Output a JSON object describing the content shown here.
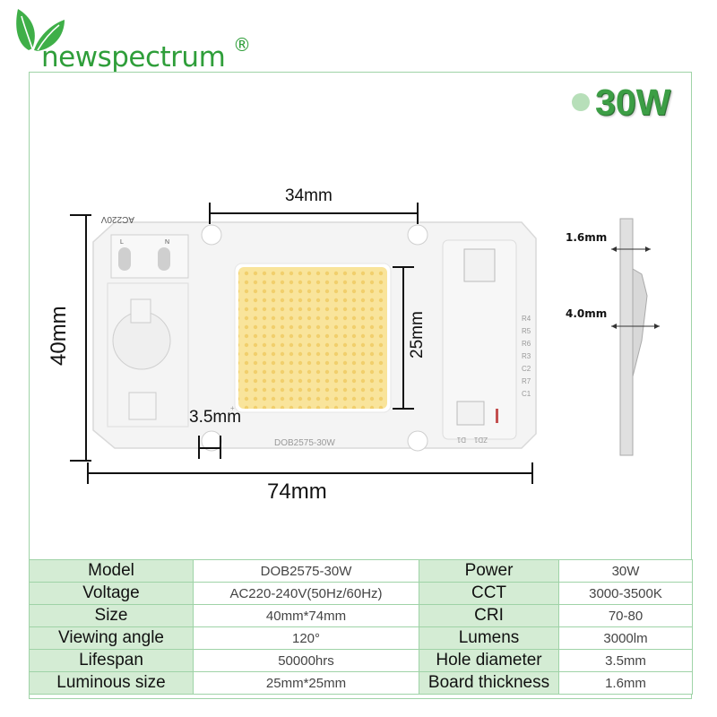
{
  "brand": {
    "name": "newspectrum",
    "registered_mark": "®"
  },
  "badge": {
    "power": "30W"
  },
  "colors": {
    "brand_green": "#2f9e3a",
    "table_key_bg": "#d4ecd4",
    "border_green": "#9fd3a7",
    "led_yellow": "#f7df8c"
  },
  "diagram": {
    "led_width": "34mm",
    "led_height": "25mm",
    "board_height": "40mm",
    "board_width": "74mm",
    "hole_diameter": "3.5mm",
    "board_thickness": "1.6mm",
    "component_height": "4.0mm",
    "board_marking_voltage": "AC220V",
    "board_marking_model": "DOB2575-30W",
    "board_pin_left": "L",
    "board_pin_right": "N",
    "component_labels": [
      "R4",
      "R5",
      "R6",
      "R3",
      "C2",
      "R7",
      "C1"
    ],
    "bottom_marks": [
      "D1",
      "ZD1"
    ],
    "plus_mark": "+"
  },
  "specs": {
    "rows": [
      {
        "k1": "Model",
        "v1": "DOB2575-30W",
        "k2": "Power",
        "v2": "30W"
      },
      {
        "k1": "Voltage",
        "v1": "AC220-240V(50Hz/60Hz)",
        "k2": "CCT",
        "v2": "3000-3500K"
      },
      {
        "k1": "Size",
        "v1": "40mm*74mm",
        "k2": "CRI",
        "v2": "70-80"
      },
      {
        "k1": "Viewing angle",
        "v1": "120°",
        "k2": "Lumens",
        "v2": "3000lm"
      },
      {
        "k1": "Lifespan",
        "v1": "50000hrs",
        "k2": "Hole diameter",
        "v2": "3.5mm"
      },
      {
        "k1": "Luminous size",
        "v1": "25mm*25mm",
        "k2": "Board thickness",
        "v2": "1.6mm"
      }
    ]
  }
}
